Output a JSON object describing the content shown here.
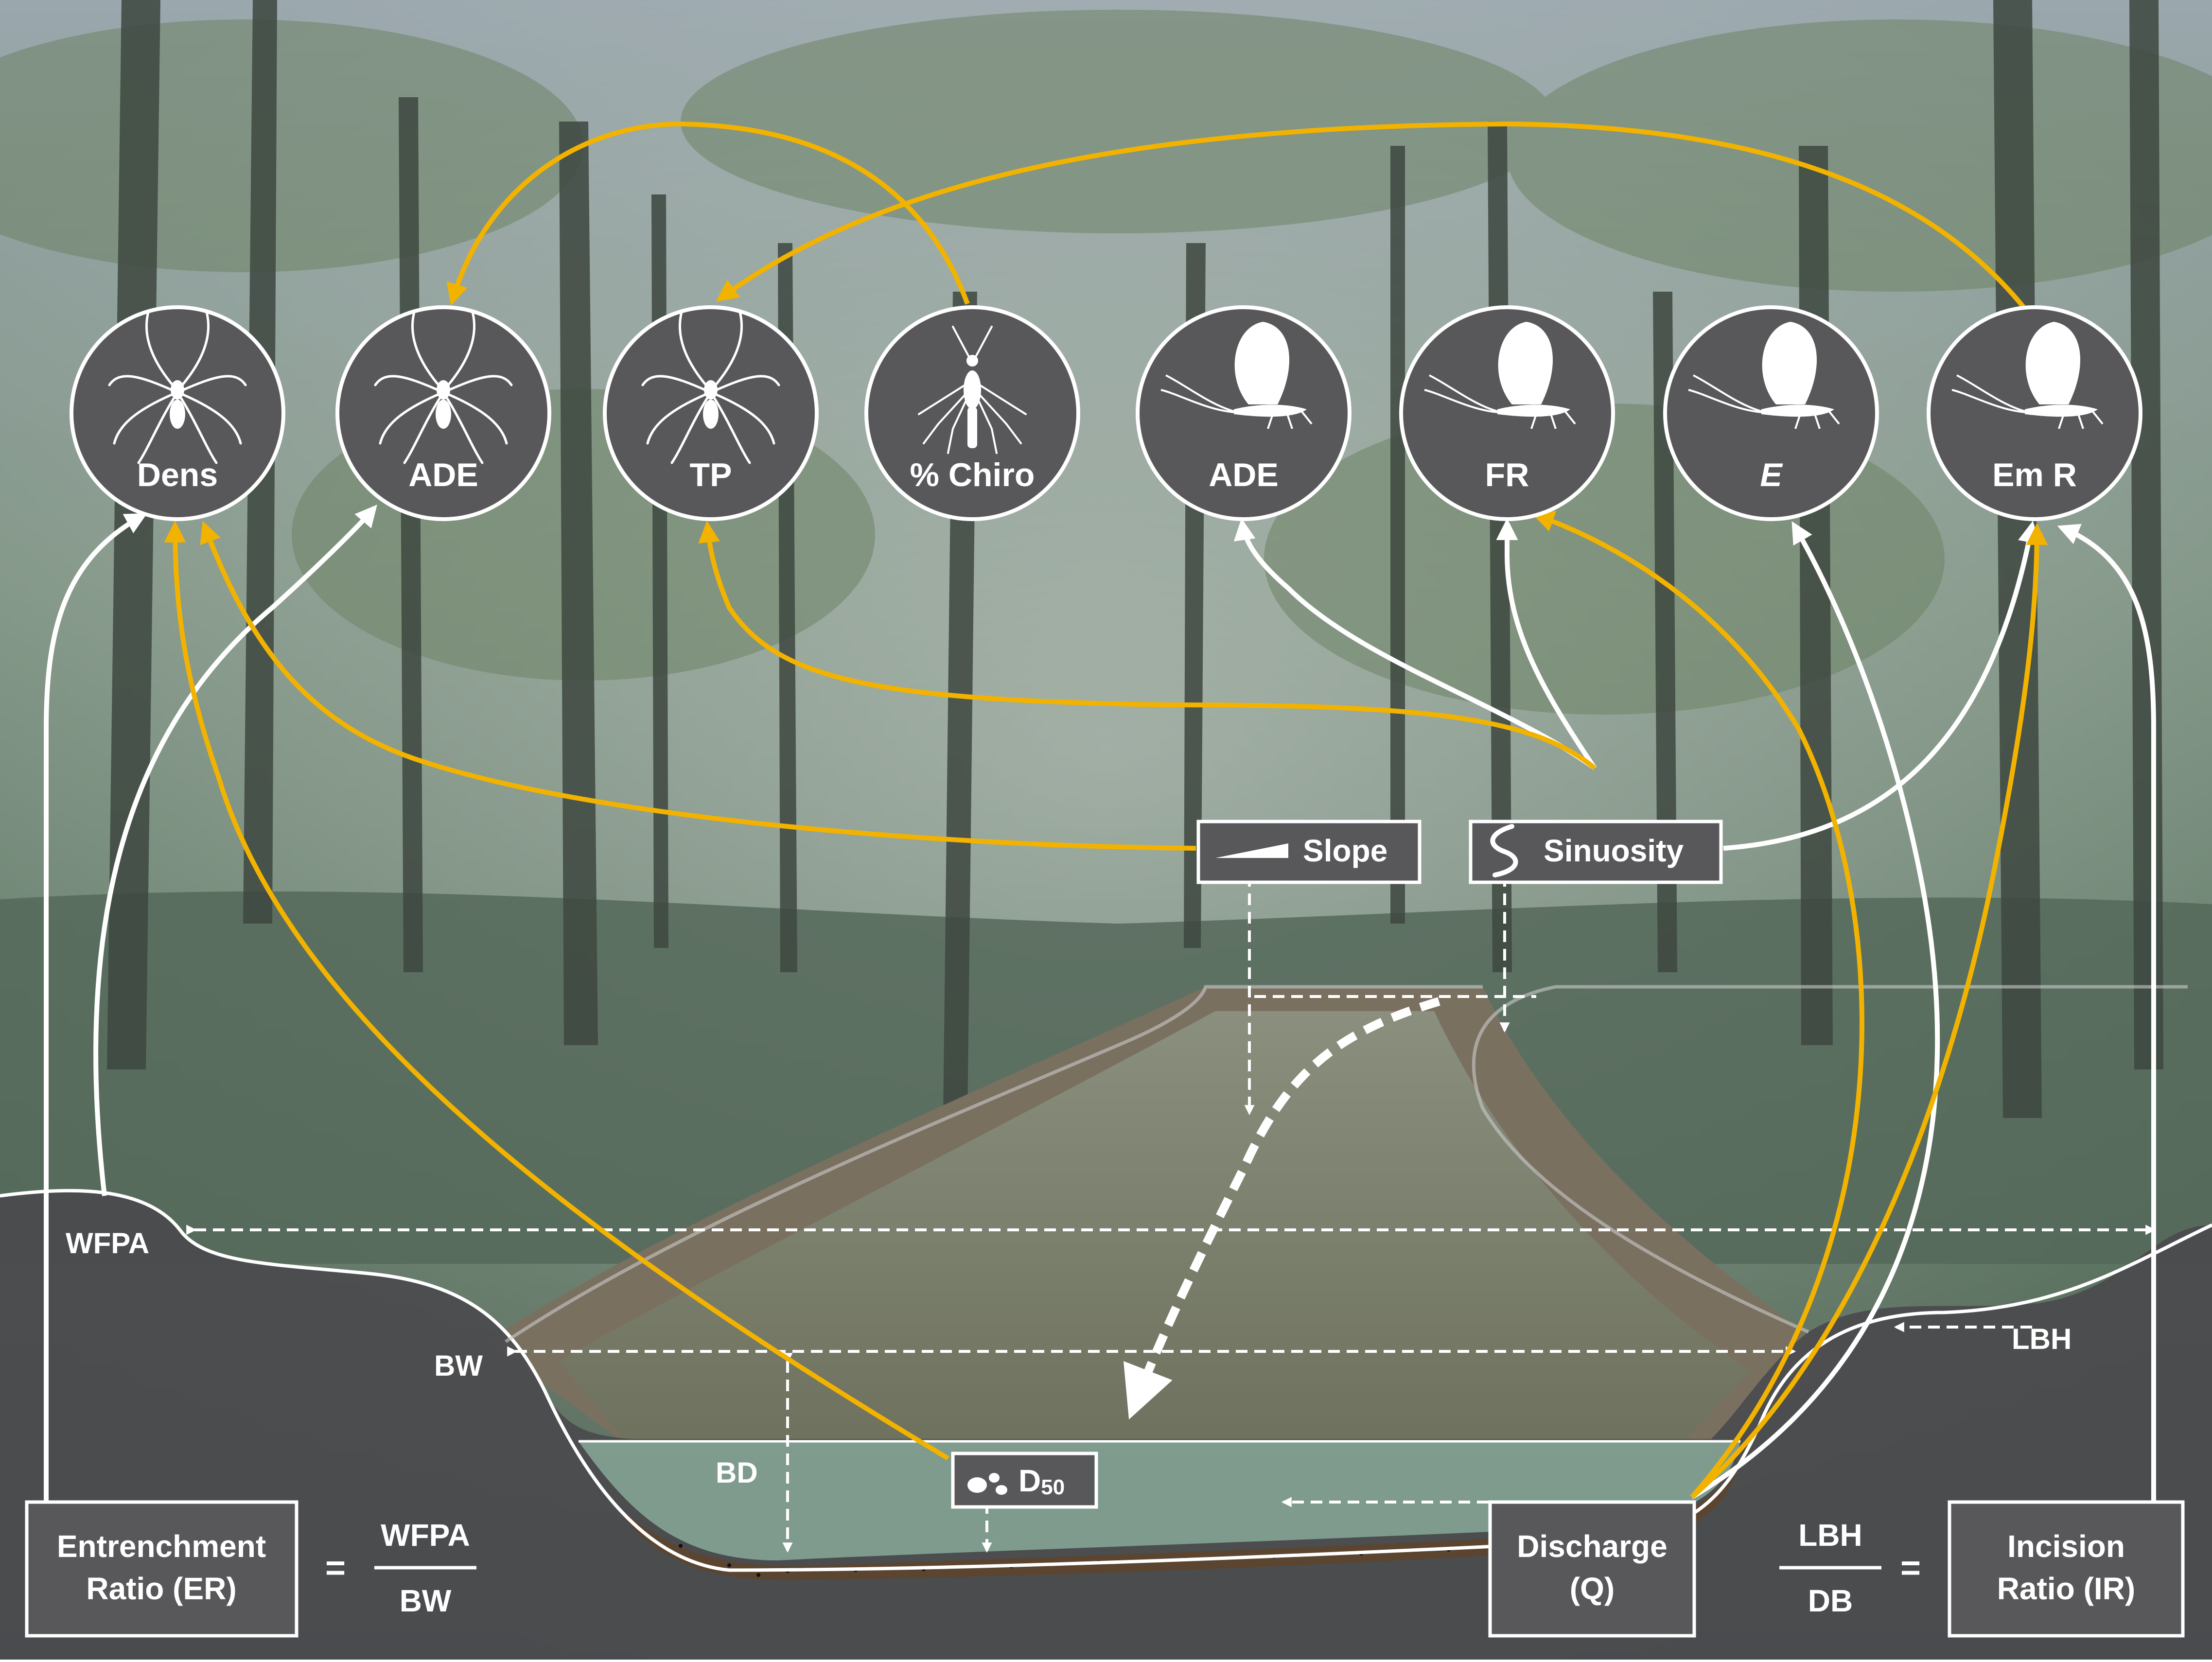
{
  "circles": [
    {
      "label": "Dens",
      "icon": "spider-icon"
    },
    {
      "label": "ADE",
      "icon": "spider-icon"
    },
    {
      "label": "TP",
      "icon": "spider-icon"
    },
    {
      "label": "% Chiro",
      "icon": "midge-icon"
    },
    {
      "label": "ADE",
      "icon": "mayfly-icon"
    },
    {
      "label": "FR",
      "icon": "mayfly-icon"
    },
    {
      "label": "E",
      "icon": "mayfly-icon"
    },
    {
      "label": "Em R",
      "icon": "mayfly-icon"
    }
  ],
  "boxes": {
    "slope": "Slope",
    "sinuosity": "Sinuosity",
    "d50_base": "D",
    "d50_sub": "50",
    "er_line1": "Entrenchment",
    "er_line2": "Ratio (ER)",
    "q_line1": "Discharge",
    "q_line2": "(Q)",
    "ir_line1": "Incision",
    "ir_line2": "Ratio (IR)"
  },
  "labels": {
    "wfpa": "WFPA",
    "bw": "BW",
    "bd": "BD",
    "lbh": "LBH"
  },
  "formulas": {
    "er_equals": "=",
    "er_numerator": "WFPA",
    "er_denominator": "BW",
    "ir_numerator": "LBH",
    "ir_denominator": "DB",
    "ir_equals": "="
  },
  "colors": {
    "positive": "#f2b200",
    "negative": "#ffffff",
    "box_fill": "#58585b",
    "ground": "#4a4a4d"
  }
}
